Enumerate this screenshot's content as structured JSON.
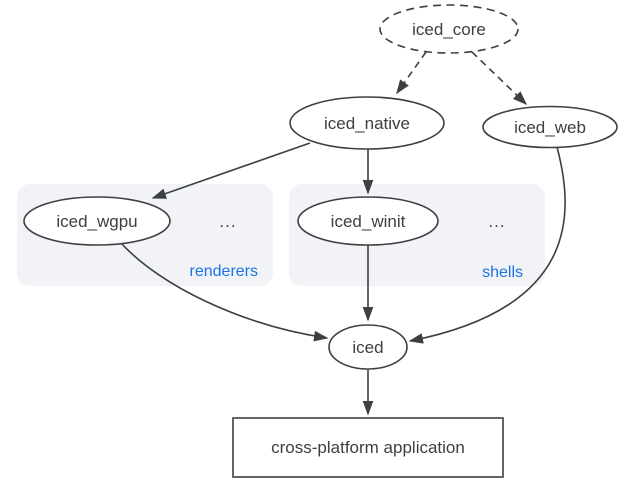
{
  "diagram": {
    "colors": {
      "stroke": "#3c4043",
      "text": "#3c4043",
      "accent": "#1a73e8",
      "group_fill": "#f1f3f6",
      "background": "#ffffff"
    },
    "nodes": {
      "iced_core": {
        "label": "iced_core",
        "shape": "ellipse",
        "border": "dashed"
      },
      "iced_native": {
        "label": "iced_native",
        "shape": "ellipse",
        "border": "solid"
      },
      "iced_web": {
        "label": "iced_web",
        "shape": "ellipse",
        "border": "solid"
      },
      "iced_wgpu": {
        "label": "iced_wgpu",
        "shape": "ellipse",
        "border": "solid"
      },
      "iced_winit": {
        "label": "iced_winit",
        "shape": "ellipse",
        "border": "solid"
      },
      "iced": {
        "label": "iced",
        "shape": "ellipse",
        "border": "solid"
      },
      "application": {
        "label": "cross-platform application",
        "shape": "rect",
        "border": "solid"
      }
    },
    "groups": {
      "renderers": {
        "label": "renderers",
        "ellipsis": "..."
      },
      "shells": {
        "label": "shells",
        "ellipsis": "..."
      }
    },
    "edges": [
      {
        "from": "iced_core",
        "to": "iced_native",
        "style": "dashed"
      },
      {
        "from": "iced_core",
        "to": "iced_web",
        "style": "dashed"
      },
      {
        "from": "iced_native",
        "to": "iced_wgpu",
        "style": "solid"
      },
      {
        "from": "iced_native",
        "to": "iced_winit",
        "style": "solid"
      },
      {
        "from": "iced_wgpu",
        "to": "iced",
        "style": "solid"
      },
      {
        "from": "iced_winit",
        "to": "iced",
        "style": "solid"
      },
      {
        "from": "iced_web",
        "to": "iced",
        "style": "solid"
      },
      {
        "from": "iced",
        "to": "application",
        "style": "solid"
      }
    ]
  }
}
